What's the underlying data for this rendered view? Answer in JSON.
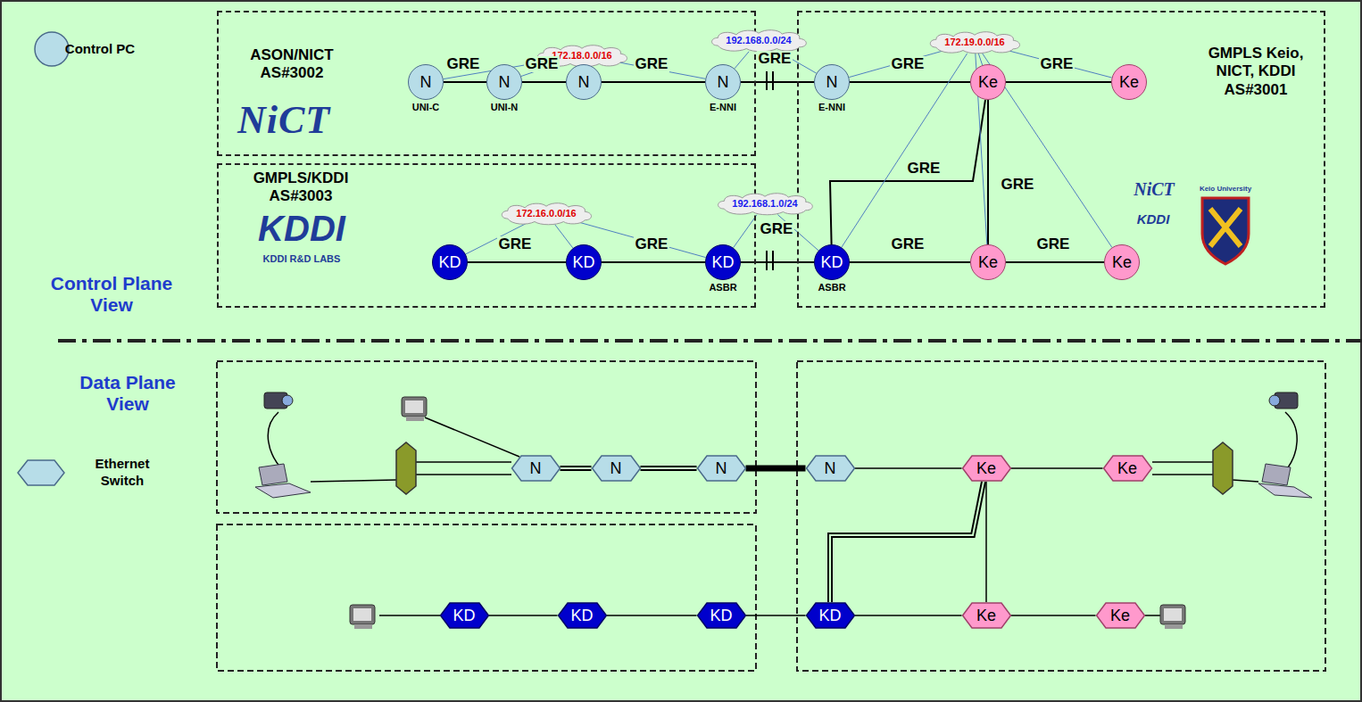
{
  "diagram": {
    "nodes": [
      {
        "text": [
          "ASON/NICT AS#3002"
        ]
      },
      {
        "text": [
          "172.18.0.0/16"
        ],
        "in": 0
      },
      {
        "text": [
          "N",
          "UNI-C"
        ],
        "in": 0
      },
      {
        "text": [
          "N",
          "UNI-N"
        ],
        "in": 0
      },
      {
        "text": [
          "N"
        ],
        "in": 0
      },
      {
        "text": [
          "N",
          "E-NNI"
        ],
        "in": 0
      },
      {
        "text": [
          "GMPLS/KDDI AS#3003"
        ]
      },
      {
        "text": [
          "172.16.0.0/16"
        ],
        "in": 6
      },
      {
        "text": [
          "KD"
        ],
        "in": 6
      },
      {
        "text": [
          "KD"
        ],
        "in": 6
      },
      {
        "text": [
          "KD",
          "ASBR"
        ],
        "in": 6
      },
      {
        "text": [
          "GMPLS Keio, NICT, KDDI AS#3001"
        ]
      },
      {
        "text": [
          "172.19.0.0/16"
        ],
        "in": 11
      },
      {
        "text": [
          "N",
          "E-NNI"
        ],
        "in": 11
      },
      {
        "text": [
          "Ke"
        ],
        "in": 11
      },
      {
        "text": [
          "Ke"
        ],
        "in": 11
      },
      {
        "text": [
          "KD",
          "ASBR"
        ],
        "in": 11
      },
      {
        "text": [
          "Ke"
        ],
        "in": 11
      },
      {
        "text": [
          "Ke"
        ],
        "in": 11
      },
      {
        "text": [
          "192.168.0.0/24"
        ]
      },
      {
        "text": [
          "192.168.1.0/24"
        ]
      },
      {
        "text": [
          "N"
        ]
      },
      {
        "text": [
          "N"
        ]
      },
      {
        "text": [
          "N"
        ]
      },
      {
        "text": [
          "N"
        ]
      },
      {
        "text": [
          "Ke"
        ]
      },
      {
        "text": [
          "Ke"
        ]
      },
      {
        "text": [
          "KD"
        ]
      },
      {
        "text": [
          "KD"
        ]
      },
      {
        "text": [
          "KD"
        ]
      },
      {
        "text": [
          "KD"
        ]
      },
      {
        "text": [
          "Ke"
        ]
      },
      {
        "text": [
          "Ke"
        ]
      }
    ],
    "edges": [
      {
        "from": 2,
        "to": 3,
        "arrow": "none",
        "label": "GRE"
      },
      {
        "from": 3,
        "to": 4,
        "arrow": "none",
        "label": "GRE"
      },
      {
        "from": 4,
        "to": 5,
        "arrow": "none",
        "label": "GRE"
      },
      {
        "from": 5,
        "to": 13,
        "arrow": "none",
        "label": "GRE"
      },
      {
        "from": 13,
        "to": 14,
        "arrow": "none",
        "label": "GRE"
      },
      {
        "from": 14,
        "to": 15,
        "arrow": "none",
        "label": "GRE"
      },
      {
        "from": 14,
        "to": 16,
        "arrow": "none",
        "label": "GRE"
      },
      {
        "from": 14,
        "to": 17,
        "arrow": "none",
        "label": "GRE"
      },
      {
        "from": 16,
        "to": 17,
        "arrow": "none",
        "label": "GRE"
      },
      {
        "from": 17,
        "to": 18,
        "arrow": "none",
        "label": "GRE"
      },
      {
        "from": 8,
        "to": 9,
        "arrow": "none",
        "label": "GRE"
      },
      {
        "from": 9,
        "to": 10,
        "arrow": "none",
        "label": "GRE"
      },
      {
        "from": 10,
        "to": 16,
        "arrow": "none",
        "label": "GRE"
      },
      {
        "from": 1,
        "to": 2,
        "arrow": "none"
      },
      {
        "from": 1,
        "to": 3,
        "arrow": "none"
      },
      {
        "from": 1,
        "to": 4,
        "arrow": "none"
      },
      {
        "from": 1,
        "to": 5,
        "arrow": "none"
      },
      {
        "from": 19,
        "to": 5,
        "arrow": "none"
      },
      {
        "from": 19,
        "to": 13,
        "arrow": "none"
      },
      {
        "from": 12,
        "to": 13,
        "arrow": "none"
      },
      {
        "from": 12,
        "to": 14,
        "arrow": "none"
      },
      {
        "from": 12,
        "to": 15,
        "arrow": "none"
      },
      {
        "from": 12,
        "to": 16,
        "arrow": "none"
      },
      {
        "from": 12,
        "to": 17,
        "arrow": "none"
      },
      {
        "from": 12,
        "to": 18,
        "arrow": "none"
      },
      {
        "from": 7,
        "to": 8,
        "arrow": "none"
      },
      {
        "from": 7,
        "to": 9,
        "arrow": "none"
      },
      {
        "from": 7,
        "to": 10,
        "arrow": "none"
      },
      {
        "from": 20,
        "to": 10,
        "arrow": "none"
      },
      {
        "from": 20,
        "to": 16,
        "arrow": "none"
      },
      {
        "from": 21,
        "to": 22,
        "arrow": "none"
      },
      {
        "from": 22,
        "to": 23,
        "arrow": "none"
      },
      {
        "from": 23,
        "to": 24,
        "arrow": "none"
      },
      {
        "from": 24,
        "to": 25,
        "arrow": "none"
      },
      {
        "from": 25,
        "to": 26,
        "arrow": "none"
      },
      {
        "from": 25,
        "to": 30,
        "arrow": "none"
      },
      {
        "from": 25,
        "to": 31,
        "arrow": "none"
      },
      {
        "from": 27,
        "to": 28,
        "arrow": "none"
      },
      {
        "from": 28,
        "to": 29,
        "arrow": "none"
      },
      {
        "from": 29,
        "to": 30,
        "arrow": "none"
      },
      {
        "from": 30,
        "to": 31,
        "arrow": "none"
      },
      {
        "from": 31,
        "to": 32,
        "arrow": "none"
      }
    ],
    "labels": [
      "NiCT",
      "KDDI",
      "KDDI R&D LABS",
      "NiCT",
      "Keio University",
      "KDDI",
      "Control Plane View",
      "Data Plane View"
    ],
    "legend": [
      {
        "text": "Control PC"
      },
      {
        "text": "Ethernet Switch"
      }
    ]
  }
}
